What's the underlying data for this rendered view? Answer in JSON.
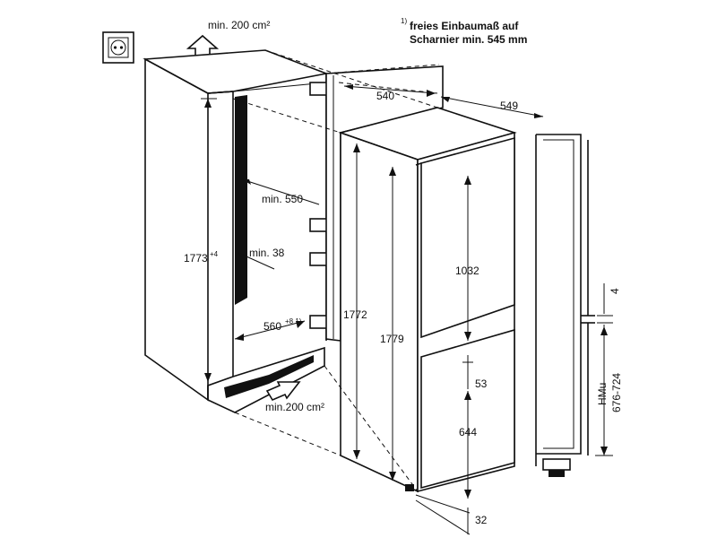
{
  "notes": {
    "marker": "1)",
    "line1": "freies Einbaumaß auf",
    "line2": "Scharnier min. 545 mm"
  },
  "labels": {
    "vent_top": "min. 200 cm²",
    "vent_bottom": "min.200 cm²",
    "width_540": "540",
    "depth_549": "549",
    "min_550": "min. 550",
    "min_38": "min. 38",
    "height_1773": "1773",
    "height_1773_sup": "+4",
    "width_560": "560",
    "width_560_sup": "+8 1)",
    "height_1772": "1772",
    "height_1779": "1779",
    "door_1032": "1032",
    "gap_53": "53",
    "door_644": "644",
    "offset_32": "32",
    "gap_4": "4",
    "hmu_line1": "HMu",
    "hmu_line2": "676-724"
  },
  "icons": [
    "power-outlet-icon",
    "airflow-up-arrow-icon",
    "airflow-in-arrow-icon"
  ]
}
